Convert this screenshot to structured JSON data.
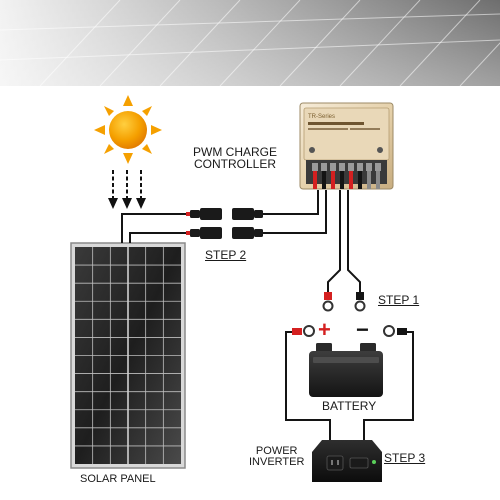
{
  "labels": {
    "controller": "PWM CHARGE\nCONTROLLER",
    "step1": "STEP 1",
    "step2": "STEP 2",
    "step3": "STEP 3",
    "battery": "BATTERY",
    "solar_panel": "SOLAR PANEL",
    "inverter": "POWER\nINVERTER"
  },
  "symbols": {
    "positive": "+",
    "negative": "−"
  },
  "controller_face_text": "TR-Series",
  "colors": {
    "positive_red": "#d42020",
    "wire_black": "#141414",
    "sun_orange": "#f5a000",
    "sun_core": "#f08a00"
  }
}
